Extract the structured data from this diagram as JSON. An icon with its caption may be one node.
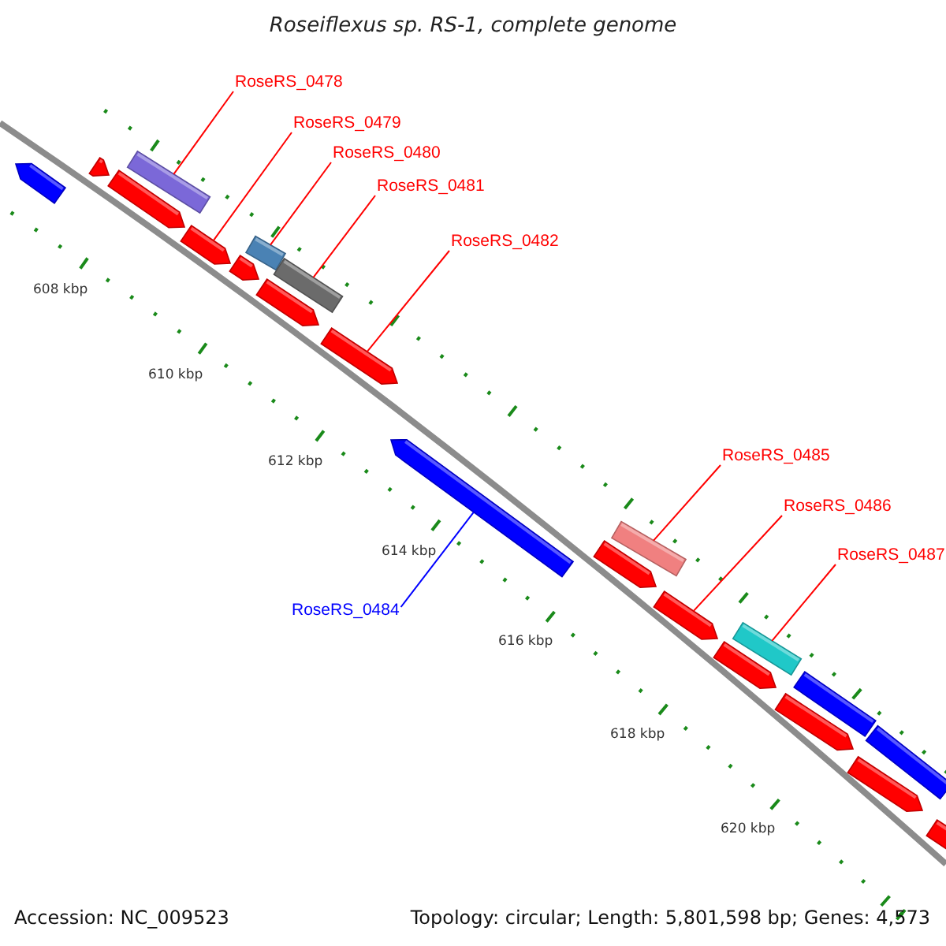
{
  "diagram": {
    "title": "Roseiflexus sp. RS-1, complete genome",
    "nodes": [
      {
        "text": [
          "RoseRS_0478"
        ]
      },
      {
        "text": [
          "RoseRS_0479"
        ]
      },
      {
        "text": [
          "RoseRS_0480"
        ]
      },
      {
        "text": [
          "RoseRS_0481"
        ]
      },
      {
        "text": [
          "RoseRS_0482"
        ]
      },
      {
        "text": [
          "RoseRS_0485"
        ]
      },
      {
        "text": [
          "RoseRS_0486"
        ]
      },
      {
        "text": [
          "RoseRS_0487"
        ]
      },
      {
        "text": [
          "RoseRS_0484"
        ]
      },
      {
        "text": [],
        "shape": "bar"
      },
      {
        "text": [],
        "shape": "bar"
      },
      {
        "text": [],
        "shape": "bar"
      },
      {
        "text": [],
        "shape": "bar"
      },
      {
        "text": [],
        "shape": "bar"
      },
      {
        "text": [],
        "shape": "bar"
      },
      {
        "text": [],
        "shape": "bar"
      },
      {
        "text": [],
        "shape": "bar"
      },
      {
        "text": [],
        "shape": "bar"
      },
      {
        "text": [],
        "shape": "bar"
      },
      {
        "text": [],
        "shape": "bar"
      },
      {
        "text": [],
        "shape": "bar"
      },
      {
        "text": [],
        "shape": "bar"
      },
      {
        "text": [],
        "shape": "bar"
      },
      {
        "text": [],
        "shape": "bar"
      },
      {
        "text": [],
        "shape": "bar"
      },
      {
        "text": [],
        "shape": "bar"
      },
      {
        "text": [],
        "shape": "bar"
      },
      {
        "text": [],
        "shape": "bar"
      },
      {
        "text": [],
        "shape": "bar"
      },
      {
        "text": [],
        "shape": "bar"
      }
    ],
    "edges": [
      {
        "from": 0,
        "to": 12,
        "arrow": "none"
      },
      {
        "from": 1,
        "to": 13,
        "arrow": "none"
      },
      {
        "from": 2,
        "to": 15,
        "arrow": "none"
      },
      {
        "from": 3,
        "to": 17,
        "arrow": "none"
      },
      {
        "from": 4,
        "to": 18,
        "arrow": "none"
      },
      {
        "from": 5,
        "to": 21,
        "arrow": "none"
      },
      {
        "from": 6,
        "to": 22,
        "arrow": "none"
      },
      {
        "from": 7,
        "to": 24,
        "arrow": "none"
      },
      {
        "from": 8,
        "to": 19,
        "arrow": "none",
        "color": "#0000ff"
      }
    ],
    "labels": [
      "608 kbp",
      "610 kbp",
      "612 kbp",
      "614 kbp",
      "616 kbp",
      "618 kbp",
      "620 kbp",
      "Accession: NC_009523",
      "Topology: circular; Length: 5,801,598 bp; Genes: 4,573"
    ]
  }
}
